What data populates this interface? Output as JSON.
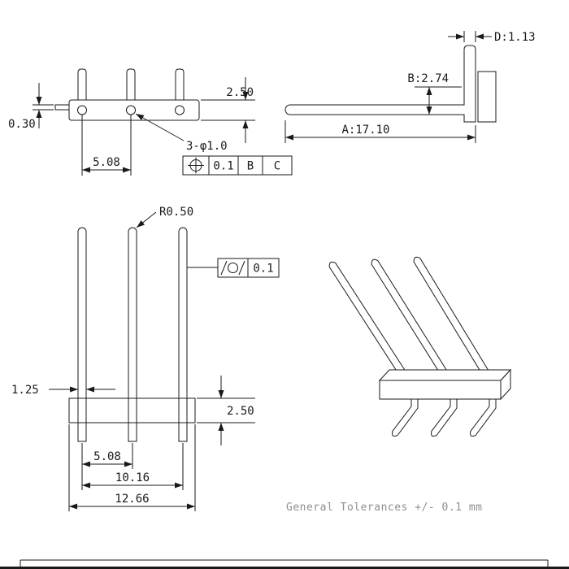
{
  "views": {
    "top_view": {
      "dim_pin_thickness": "0.30",
      "dim_housing_width": "2.50",
      "dim_pitch": "5.08",
      "hole_callout": "3-φ1.0",
      "fcf": {
        "symbol": "position",
        "tolerance": "0.1",
        "datum_primary": "B",
        "datum_secondary": "C"
      }
    },
    "side_view": {
      "dim_tail_width": "D:1.13",
      "dim_body_height": "B:2.74",
      "dim_pin_length": "A:17.10"
    },
    "front_view": {
      "tip_radius_callout": "R0.50",
      "fcf": {
        "symbol": "cylindricity",
        "tolerance": "0.1"
      },
      "dim_pin_width": "1.25",
      "dim_housing_height": "2.50",
      "dim_pitch": "5.08",
      "dim_span": "10.16",
      "dim_overall": "12.66"
    }
  },
  "footer": {
    "note": "General Tolerances +/- 0.1 mm"
  },
  "colors": {
    "line": "#1a1a1a",
    "note_text": "#8f8f8f",
    "background": "#ffffff"
  }
}
